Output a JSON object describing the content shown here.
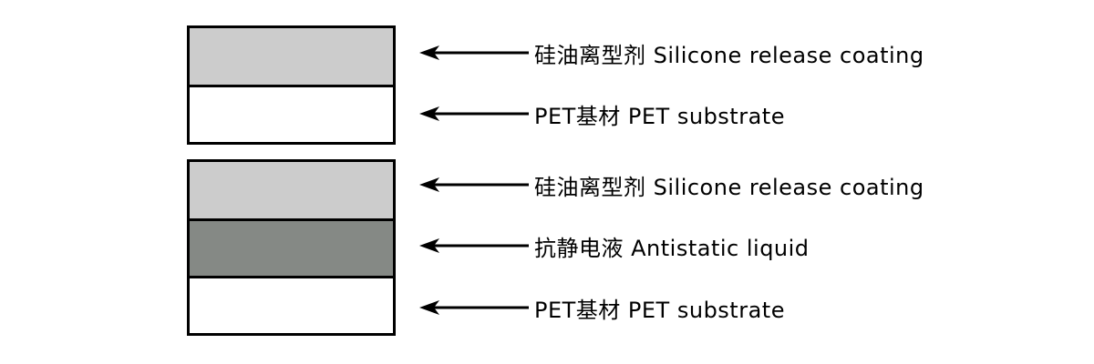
{
  "colors": {
    "silicone": "#cccccc",
    "antistatic": "#858985",
    "pet": "#ffffff",
    "stroke": "#000000"
  },
  "stack_1": {
    "labels": [
      "硅油离型剂 Silicone release coating",
      "PET基材 PET substrate"
    ]
  },
  "stack_2": {
    "labels": [
      "硅油离型剂 Silicone release coating",
      "抗静电液 Antistatic liquid",
      "PET基材 PET substrate"
    ]
  }
}
